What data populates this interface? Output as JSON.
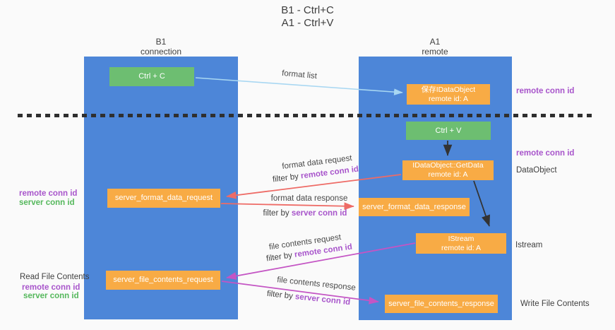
{
  "title": {
    "line1": "B1 - Ctrl+C",
    "line2": "A1 - Ctrl+V"
  },
  "columns": {
    "left": {
      "name": "B1",
      "role": "connection"
    },
    "right": {
      "name": "A1",
      "role": "remote"
    }
  },
  "boxes": {
    "ctrl_c": {
      "label": "Ctrl + C"
    },
    "ctrl_v": {
      "label": "Ctrl + V"
    },
    "save_idataobject": {
      "line1": "保存IDataObject",
      "line2": "remote id: A"
    },
    "getdata": {
      "line1": "IDataObject::GetData",
      "line2": "remote id: A"
    },
    "istream": {
      "line1": "IStream",
      "line2": "remote id: A"
    },
    "server_format_data_request": {
      "label": "server_format_data_request"
    },
    "server_format_data_response": {
      "label": "server_format_data_response"
    },
    "server_file_contents_request": {
      "label": "server_file_contents_request"
    },
    "server_file_contents_response": {
      "label": "server_file_contents_response"
    }
  },
  "arrow_labels": {
    "format_list": "format list",
    "format_data_request": "format data request",
    "format_data_response": "format data response",
    "file_contents_request": "file contents request",
    "file_contents_response": "file contents response",
    "filter_by": "filter by ",
    "remote_conn_id": "remote conn id",
    "server_conn_id": "server conn id"
  },
  "side_labels": {
    "remote_conn_id": "remote conn id",
    "server_conn_id": "server conn id",
    "dataobject": "DataObject",
    "istream": "Istream",
    "read_file_contents": "Read File Contents",
    "write_file_contents": "Write File Contents"
  },
  "colors": {
    "lifeline_blue": "#4d86d8",
    "box_orange": "#f8ab45",
    "box_green": "#6dbe71",
    "purple_text": "#a855cb",
    "green_text": "#55b85c",
    "magenta_arrow": "#c455c4",
    "salmon_arrow": "#ee6b66",
    "light_blue_arrow": "#a8d7f2",
    "black_arrow": "#333333"
  }
}
